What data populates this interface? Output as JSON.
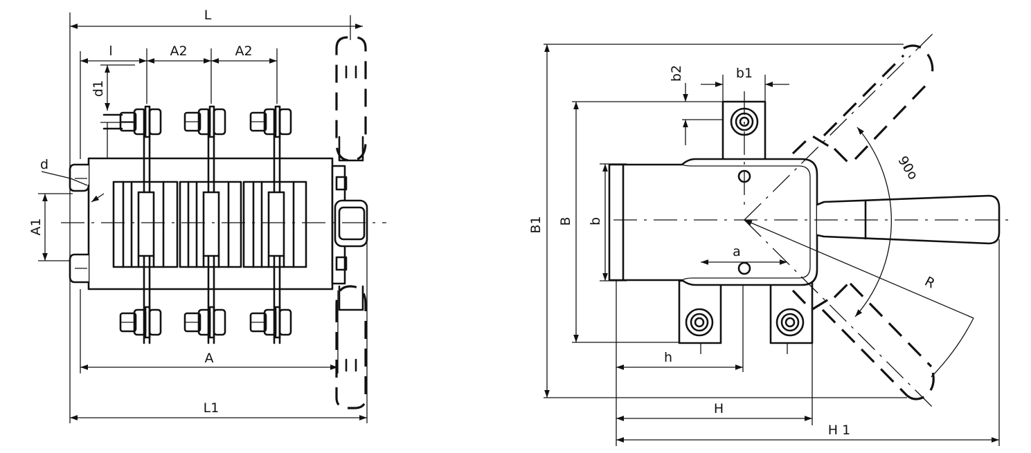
{
  "drawing": {
    "front_view": {
      "labels": {
        "L": "L",
        "l": "l",
        "A2_left": "A2",
        "A2_right": "A2",
        "d1": "d1",
        "d": "d",
        "A1": "A1",
        "A": "A",
        "L1": "L1"
      }
    },
    "side_view": {
      "labels": {
        "b2": "b2",
        "b1": "b1",
        "B1": "B1",
        "B": "B",
        "b": "b",
        "a": "a",
        "h": "h",
        "H": "H",
        "H1": "H 1",
        "R": "R",
        "angle": "90o"
      }
    }
  }
}
